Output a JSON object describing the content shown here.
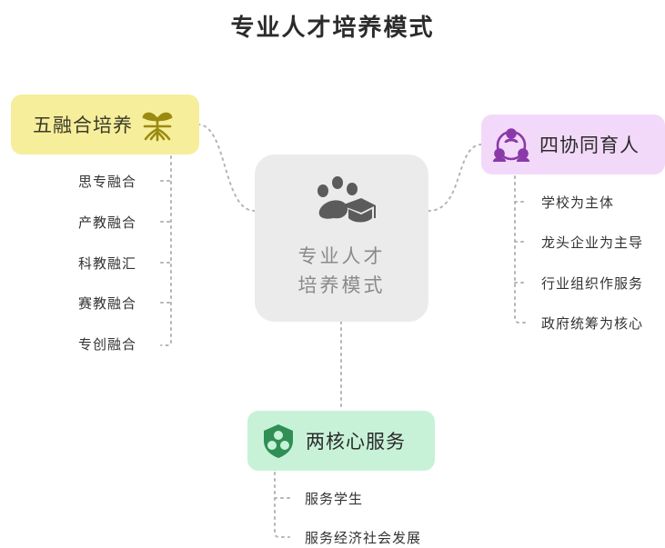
{
  "title": "专业人才培养模式",
  "center": {
    "lines": [
      "专业人才",
      "培养模式"
    ],
    "icon": "paw-graduation-cap-icon"
  },
  "left_branch": {
    "label": "五融合培养",
    "icon": "sprout-icon",
    "color": "#f6ee9a",
    "items": [
      "思专融合",
      "产教融合",
      "科教融汇",
      "赛教融合",
      "专创融合"
    ]
  },
  "right_branch": {
    "label": "四协同育人",
    "icon": "people-circle-icon",
    "color": "#f3d9f9",
    "items": [
      "学校为主体",
      "龙头企业为主导",
      "行业组织作服务",
      "政府统筹为核心"
    ]
  },
  "bottom_branch": {
    "label": "两核心服务",
    "icon": "shield-circles-icon",
    "color": "#c8f2d8",
    "items": [
      "服务学生",
      "服务经济社会发展"
    ]
  }
}
